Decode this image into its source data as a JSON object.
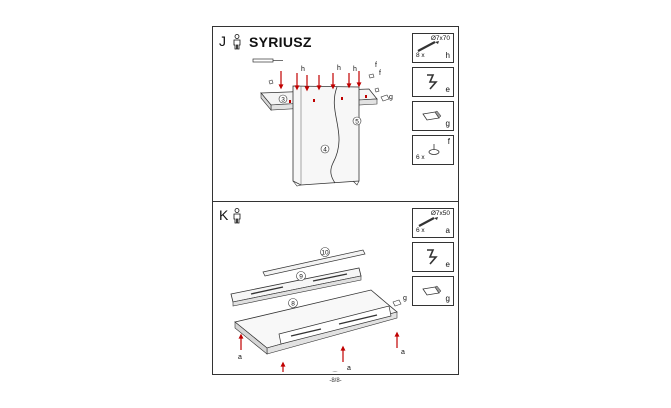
{
  "step_j": {
    "letter": "J",
    "product_name": "SYRIUSZ",
    "parts": [
      "3",
      "4",
      "5"
    ],
    "labels": {
      "h1": "h",
      "h2": "h",
      "h3": "h",
      "f": "f",
      "f2": "f",
      "g": "g"
    },
    "hardware": [
      {
        "spec": "Ø7x70",
        "qty": "8 x",
        "letter": "h",
        "icon": "confirmat-screw-icon"
      },
      {
        "spec": "",
        "qty": "",
        "letter": "e",
        "icon": "allen-key-icon"
      },
      {
        "spec": "",
        "qty": "",
        "letter": "g",
        "icon": "cap-icon"
      },
      {
        "spec": "",
        "qty": "6 x",
        "letter": "f",
        "icon": "foot-pad-icon"
      }
    ]
  },
  "step_k": {
    "letter": "K",
    "parts": [
      "10",
      "9",
      "8"
    ],
    "labels": {
      "a1": "a",
      "a2": "a",
      "a3": "a",
      "a4": "a",
      "g": "g"
    },
    "hardware": [
      {
        "spec": "Ø7x50",
        "qty": "6 x",
        "letter": "a",
        "icon": "confirmat-screw-icon"
      },
      {
        "spec": "",
        "qty": "",
        "letter": "e",
        "icon": "allen-key-icon"
      },
      {
        "spec": "",
        "qty": "",
        "letter": "g",
        "icon": "cap-icon"
      }
    ]
  },
  "footer": {
    "page": "-8/8-"
  }
}
